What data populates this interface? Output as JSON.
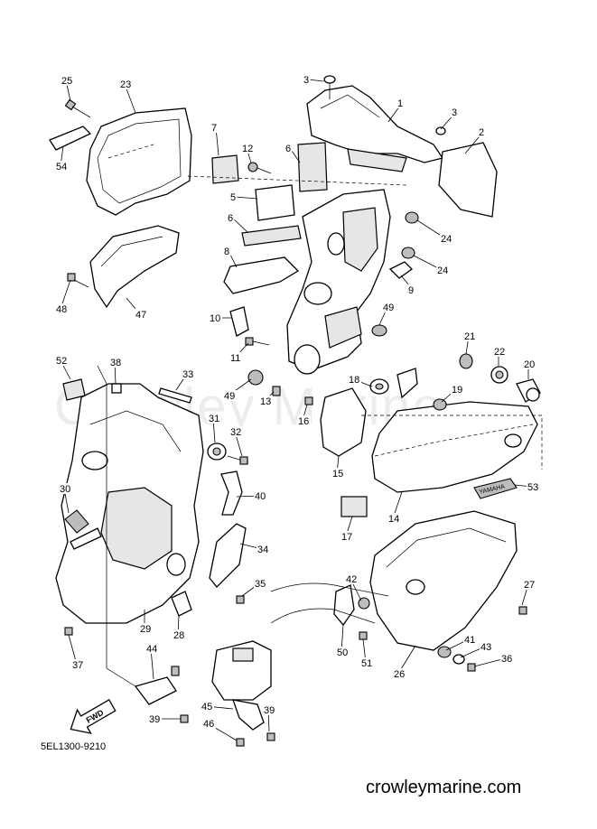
{
  "diagram": {
    "code": "5EL1300-9210",
    "watermark": "Crowley Marine",
    "site": "crowleymarine.com",
    "fwd_label": "FWD",
    "badge_text": "YAMAHA",
    "labels": [
      "1",
      "2",
      "3",
      "3",
      "5",
      "6",
      "6",
      "7",
      "8",
      "9",
      "10",
      "11",
      "12",
      "13",
      "14",
      "15",
      "16",
      "17",
      "18",
      "19",
      "20",
      "21",
      "22",
      "23",
      "24",
      "24",
      "25",
      "26",
      "27",
      "28",
      "29",
      "30",
      "31",
      "32",
      "33",
      "34",
      "35",
      "36",
      "37",
      "38",
      "39",
      "39",
      "40",
      "41",
      "42",
      "43",
      "44",
      "45",
      "46",
      "47",
      "48",
      "49",
      "49",
      "50",
      "51",
      "52",
      "53",
      "54"
    ]
  }
}
